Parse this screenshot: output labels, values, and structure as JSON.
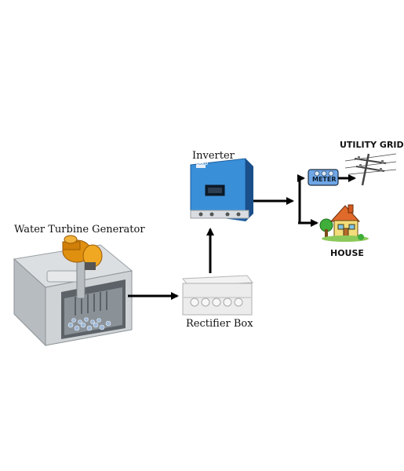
{
  "diagram": {
    "nodes": {
      "generator": {
        "label": "Water Turbine Generator",
        "icon": "water-turbine-generator-icon"
      },
      "rectifier": {
        "label": "Rectifier Box",
        "icon": "rectifier-box-icon"
      },
      "inverter": {
        "label": "Inverter",
        "icon": "inverter-icon",
        "brand": "LAKO"
      },
      "meter": {
        "label": "METER",
        "icon": "meter-icon"
      },
      "grid": {
        "label": "UTILITY GRID",
        "icon": "utility-pole-icon"
      },
      "house": {
        "label": "HOUSE",
        "icon": "house-icon"
      }
    },
    "edges": [
      {
        "from": "Water Turbine Generator",
        "to": "Rectifier Box"
      },
      {
        "from": "Rectifier Box",
        "to": "Inverter"
      },
      {
        "from": "Inverter",
        "to": "METER"
      },
      {
        "from": "METER",
        "to": "UTILITY GRID"
      },
      {
        "from": "Inverter",
        "to": "HOUSE"
      }
    ],
    "colors": {
      "arrow": "#000000",
      "inverter_body": "#3a8fd9",
      "inverter_side": "#1d5fa3",
      "turbine_orange": "#e0900f",
      "tank_gray": "#c9cdd0",
      "meter_blue": "#6ea6e6",
      "house_wall": "#f3dd7a",
      "house_roof": "#e06a2a",
      "tree_green": "#3fae3a"
    }
  }
}
